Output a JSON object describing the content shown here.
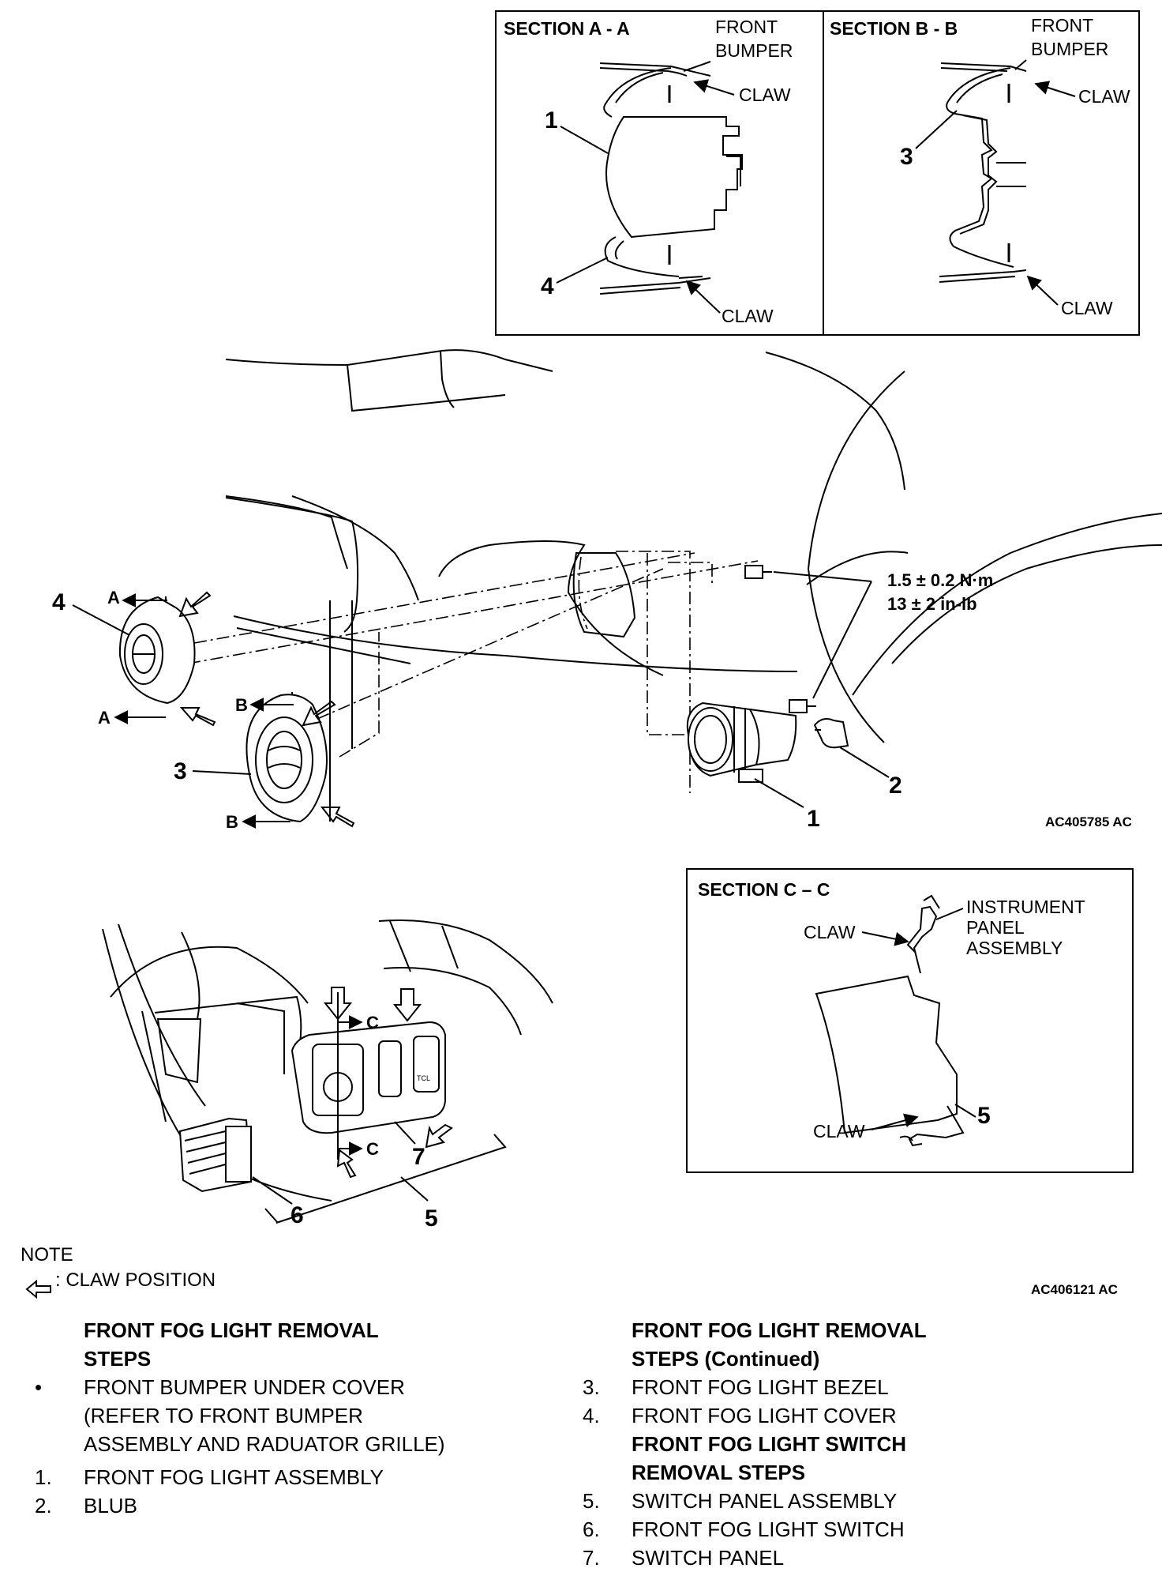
{
  "section_aa": {
    "title": "SECTION A - A",
    "front_bumper_1": "FRONT",
    "front_bumper_2": "BUMPER",
    "claw_top": "CLAW",
    "claw_bottom": "CLAW",
    "num_1": "1",
    "num_4": "4"
  },
  "section_bb": {
    "title": "SECTION B - B",
    "front_bumper_1": "FRONT",
    "front_bumper_2": "BUMPER",
    "claw_top": "CLAW",
    "claw_bottom": "CLAW",
    "num_3": "3"
  },
  "main_view": {
    "torque_1": "1.5 ± 0.2 N·m",
    "torque_2": "13 ± 2 in-lb",
    "label_a_top": "A",
    "label_a_bottom": "A",
    "label_b_top": "B",
    "label_b_bottom": "B",
    "num_4": "4",
    "num_3": "3",
    "num_2": "2",
    "num_1": "1",
    "code": "AC405785 AC"
  },
  "section_cc": {
    "title": "SECTION C – C",
    "claw_top": "CLAW",
    "claw_bottom": "CLAW",
    "instr_1": "INSTRUMENT",
    "instr_2": "PANEL",
    "instr_3": "ASSEMBLY",
    "num_5": "5"
  },
  "switch_view": {
    "label_c_top": "C",
    "label_c_bottom": "C",
    "num_6": "6",
    "num_7": "7",
    "num_5": "5",
    "tcl": "TCL",
    "code": "AC406121 AC"
  },
  "note": {
    "title": "NOTE",
    "text": ": CLAW POSITION"
  },
  "steps_left": {
    "heading_1": "FRONT FOG LIGHT REMOVAL",
    "heading_2": "STEPS",
    "bullet": "•",
    "prep_1": "FRONT BUMPER UNDER COVER",
    "prep_2": "(REFER TO FRONT  BUMPER",
    "prep_3": "ASSEMBLY AND RADUATOR GRILLE)",
    "items": [
      {
        "num": "1.",
        "text": "FRONT FOG  LIGHT ASSEMBLY"
      },
      {
        "num": "2.",
        "text": "BLUB"
      }
    ]
  },
  "steps_right": {
    "heading_1": "FRONT FOG LIGHT REMOVAL",
    "heading_2": "STEPS (Continued)",
    "items_a": [
      {
        "num": "3.",
        "text": "FRONT FOG  LIGHT BEZEL"
      },
      {
        "num": "4.",
        "text": "FRONT FOG  LIGHT COVER"
      }
    ],
    "heading_3": "FRONT FOG LIGHT SWITCH",
    "heading_4": "REMOVAL STEPS",
    "items_b": [
      {
        "num": "5.",
        "text": "SWITCH PANEL ASSEMBLY"
      },
      {
        "num": "6.",
        "text": "FRONT FOG  LIGHT SWITCH"
      },
      {
        "num": "7.",
        "text": "SWITCH PANEL"
      }
    ]
  }
}
